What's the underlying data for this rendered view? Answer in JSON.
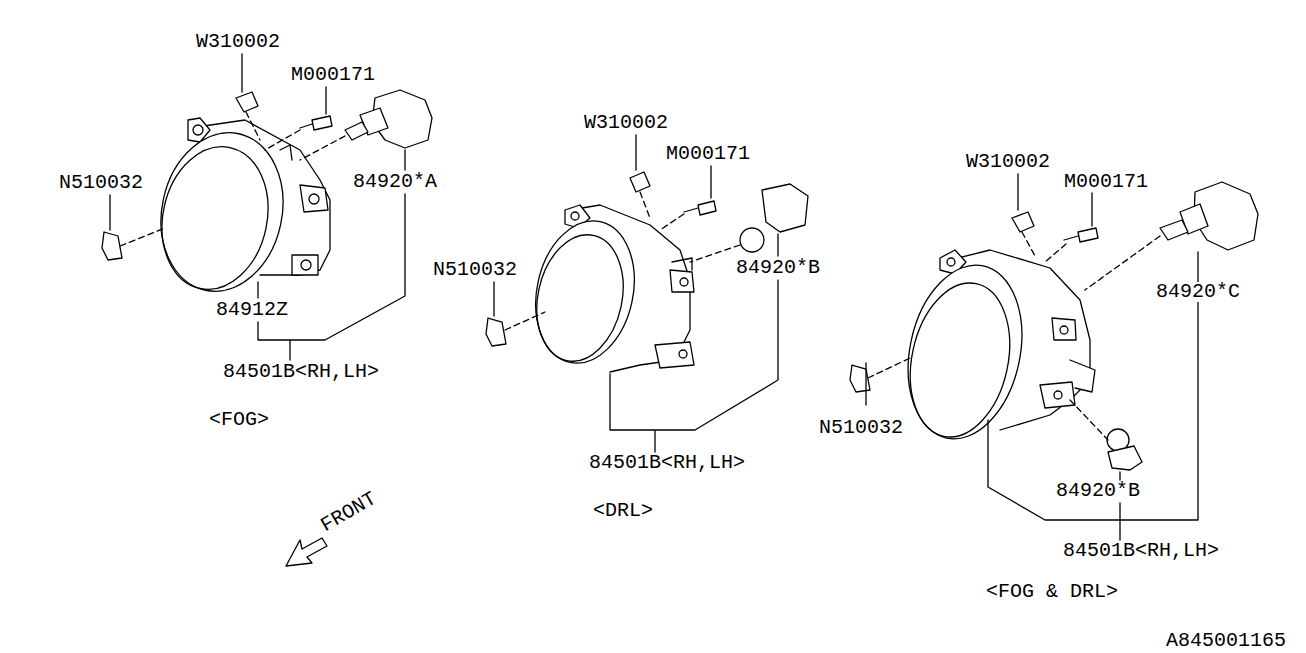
{
  "diagram": {
    "labels": [
      "W310002",
      "M000171",
      "N510032",
      "84920*A",
      "84912Z",
      "84501B<RH,LH>",
      "<FOG>",
      "W310002",
      "M000171",
      "N510032",
      "84920*B",
      "84501B<RH,LH>",
      "<DRL>",
      "W310002",
      "M000171",
      "N510032",
      "84920*C",
      "84920*B",
      "84501B<RH,LH>",
      "<FOG & DRL>",
      "FRONT",
      "A845001165"
    ]
  }
}
